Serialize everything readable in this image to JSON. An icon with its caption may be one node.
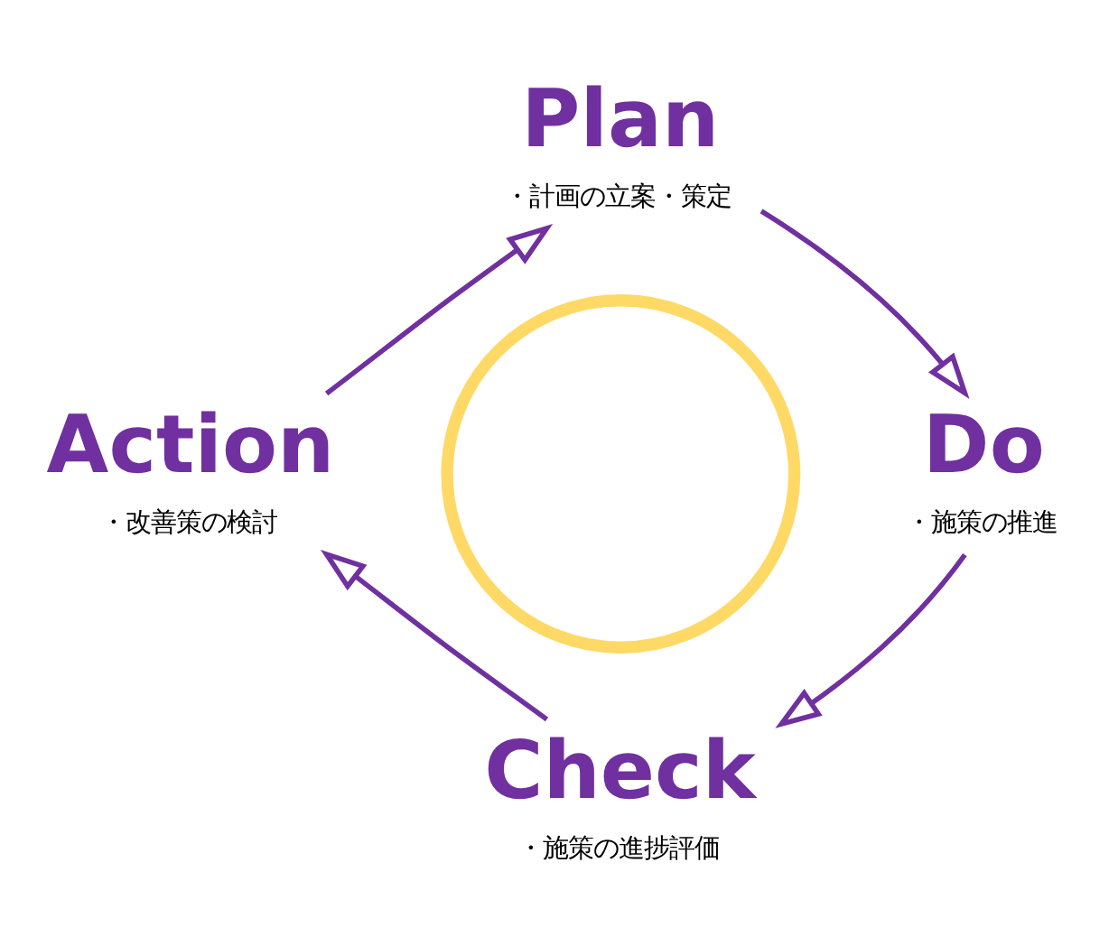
{
  "diagram": {
    "nodes": [
      {
        "text": [
          "Plan",
          "・計画の立案・策定"
        ]
      },
      {
        "text": [
          "Action",
          "・改善策の検討"
        ]
      },
      {
        "text": [],
        "shape": "circle"
      },
      {
        "text": [
          "Do",
          "・施策の推進"
        ]
      },
      {
        "text": [
          "Check",
          "・施策の進捗評価"
        ]
      }
    ],
    "edges": [
      {
        "from": 0,
        "to": 3,
        "arrow": "to"
      },
      {
        "from": 3,
        "to": 4,
        "arrow": "to"
      },
      {
        "from": 4,
        "to": 1,
        "arrow": "to"
      },
      {
        "from": 1,
        "to": 0,
        "arrow": "to"
      }
    ]
  }
}
